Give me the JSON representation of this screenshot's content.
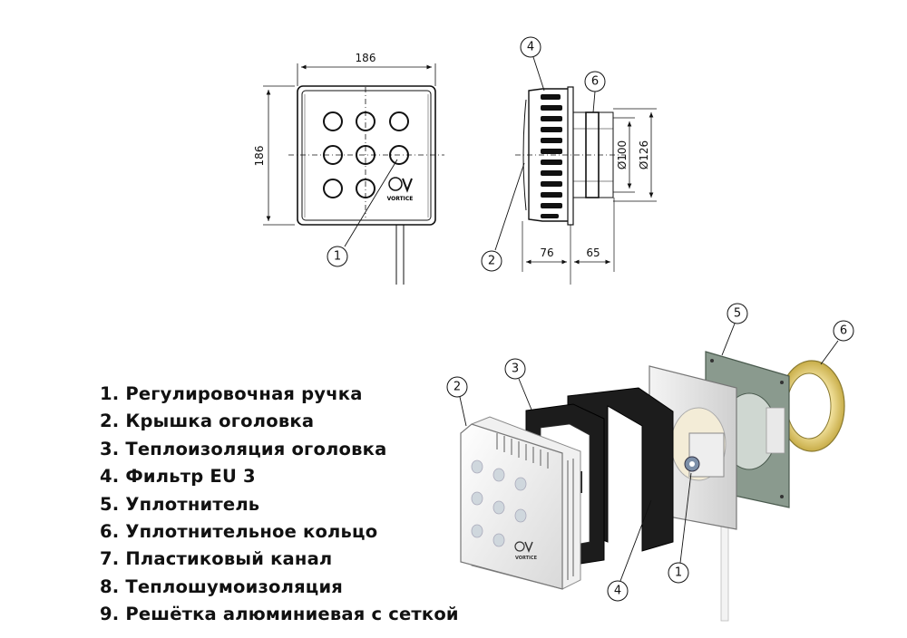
{
  "front_view": {
    "width_label": "186",
    "height_label": "186",
    "brand": "VORTICE",
    "callouts": [
      "1"
    ]
  },
  "side_view": {
    "depth_label": "76",
    "extension_label": "65",
    "diameter_inner_label": "Ø100",
    "diameter_outer_label": "Ø126",
    "callouts": [
      "4",
      "6",
      "2"
    ]
  },
  "exploded_view": {
    "callouts": [
      "2",
      "3",
      "5",
      "6",
      "4",
      "1"
    ],
    "brand": "VORTICE"
  },
  "legend": [
    "1. Регулировочная ручка",
    "2. Крышка оголовка",
    "3. Теплоизоляция оголовка",
    "4. Фильтр  EU 3",
    "5. Уплотнитель",
    "6. Уплотнительное кольцо",
    "7. Пластиковый канал",
    "8. Теплошумоизоляция",
    "9. Решётка алюминиевая с сеткой"
  ],
  "colors": {
    "line": "#111111",
    "gasket": "#8a9a8e",
    "ring": "#d9c46a",
    "insulation": "#1c1c1c"
  }
}
